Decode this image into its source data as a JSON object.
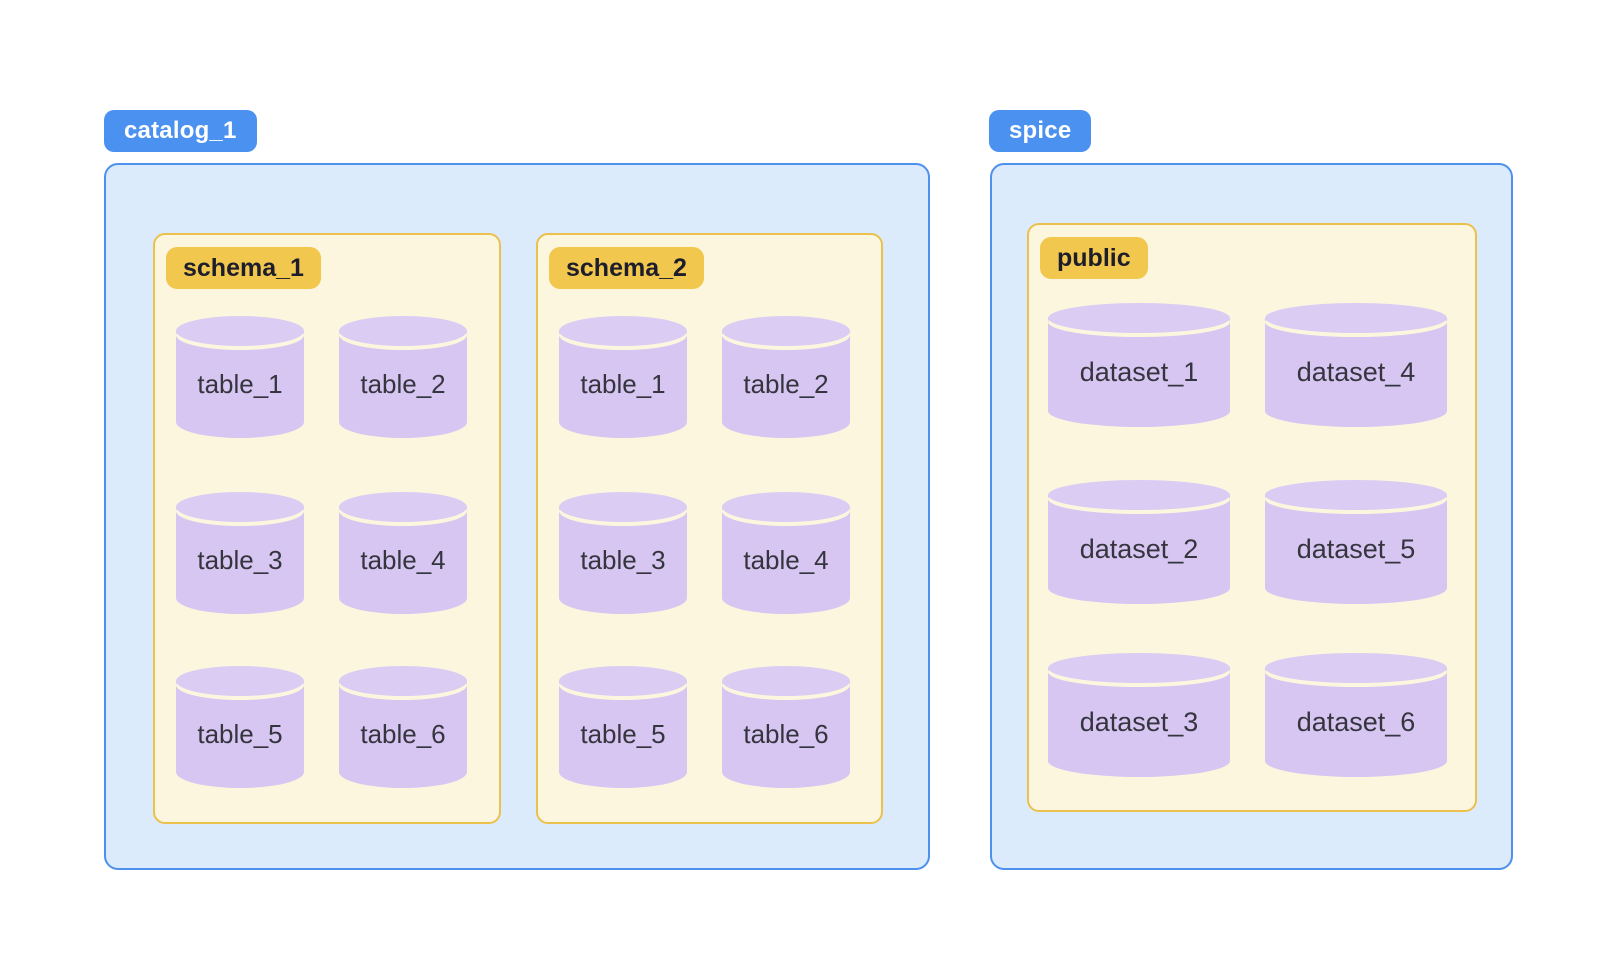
{
  "diagram": {
    "background": "#ffffff",
    "colors": {
      "catalog_badge_bg": "#4B92F0",
      "catalog_badge_text": "#ffffff",
      "catalog_container_bg": "#DCEBFB",
      "catalog_container_border": "#4D90ED",
      "schema_badge_bg": "#F1C74E",
      "schema_badge_text": "#1D1D2B",
      "schema_box_bg": "#FDF6DF",
      "schema_box_border": "#ECC04D",
      "cylinder_body": "#D7C6F1",
      "cylinder_lid": "#DBCCF4",
      "cylinder_label_text": "#35353F"
    },
    "catalogs": [
      {
        "name": "catalog_1",
        "schemas": [
          {
            "name": "schema_1",
            "tables": [
              "table_1",
              "table_2",
              "table_3",
              "table_4",
              "table_5",
              "table_6"
            ]
          },
          {
            "name": "schema_2",
            "tables": [
              "table_1",
              "table_2",
              "table_3",
              "table_4",
              "table_5",
              "table_6"
            ]
          }
        ]
      },
      {
        "name": "spice",
        "schemas": [
          {
            "name": "public",
            "tables": [
              "dataset_1",
              "dataset_2",
              "dataset_3",
              "dataset_4",
              "dataset_5",
              "dataset_6"
            ]
          }
        ]
      }
    ]
  }
}
